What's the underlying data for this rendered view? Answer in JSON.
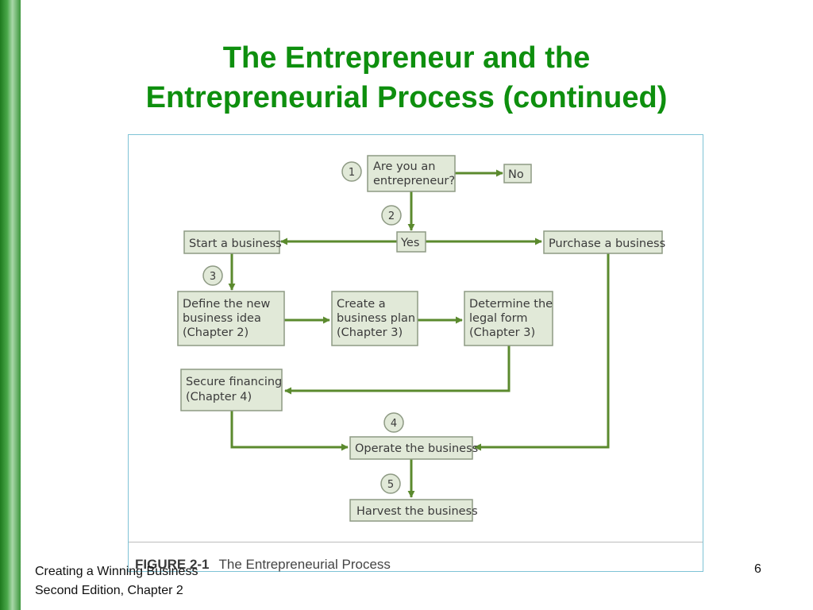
{
  "title": {
    "line1": "The Entrepreneur and the",
    "line2": "Entrepreneurial Process (continued)"
  },
  "figure": {
    "caption_number": "FIGURE 2-1",
    "caption_text": "The Entrepreneurial Process",
    "boxes": {
      "are_you": [
        "Are you an",
        "entrepreneur?"
      ],
      "no": [
        "No"
      ],
      "yes": [
        "Yes"
      ],
      "start": [
        "Start a business"
      ],
      "purchase": [
        "Purchase a business"
      ],
      "define": [
        "Define the new",
        "business idea",
        "(Chapter 2)"
      ],
      "plan": [
        "Create a",
        "business plan",
        "(Chapter 3)"
      ],
      "legal": [
        "Determine the",
        "legal form",
        "(Chapter 3)"
      ],
      "financing": [
        "Secure financing",
        "(Chapter 4)"
      ],
      "operate": [
        "Operate the business"
      ],
      "harvest": [
        "Harvest the business"
      ]
    },
    "steps": [
      "1",
      "2",
      "3",
      "4",
      "5"
    ]
  },
  "footer": {
    "line1": "Creating a Winning Business",
    "line2": "Second Edition, Chapter 2",
    "page_number": "6"
  },
  "colors": {
    "title": "#0e8f0e",
    "arrow": "#5b8a2e",
    "box_fill": "#e1e9d8",
    "box_border": "#8e9a84"
  }
}
